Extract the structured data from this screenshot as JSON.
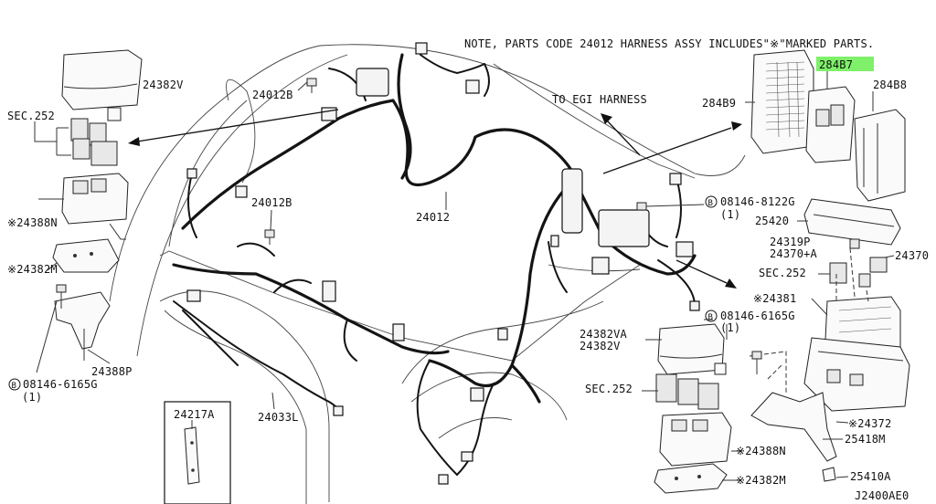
{
  "note": "NOTE, PARTS CODE 24012 HARNESS ASSY INCLUDES\"※\"MARKED PARTS.",
  "highlight_color": "#7ff06a",
  "labels": {
    "p24382V_top": "24382V",
    "sec252_left": "SEC.252",
    "p24012B_a": "24012B",
    "p24012B_b": "24012B",
    "p24388N_left": "※24388N",
    "p24382M_left": "※24382M",
    "p24388P": "24388P",
    "bolt_left": "08146-6165G",
    "bolt_left_qty": "(1)",
    "p24012": "24012",
    "to_egi": "TO EGI HARNESS",
    "p284B7": "284B7",
    "p284B9": "284B9",
    "p284B8": "284B8",
    "bolt_mid": "08146-8122G",
    "bolt_mid_qty": "(1)",
    "p25420": "25420",
    "p24319P": "24319P",
    "p24370A": "24370+A",
    "p24370": "24370",
    "sec252_right": "SEC.252",
    "p24381": "※24381",
    "bolt_right": "08146-6165G",
    "bolt_right_qty": "(1)",
    "p24382VA": "24382VA",
    "p24382V_mid": "24382V",
    "sec252_mid": "SEC.252",
    "p24372": "※24372",
    "p25418M": "25418M",
    "p24388N_mid": "※24388N",
    "p24382M_mid": "※24382M",
    "p25410A": "25410A",
    "p24033L": "24033L",
    "p24217A": "24217A",
    "diagram_code": "J2400AE0",
    "circled_b": "B"
  }
}
